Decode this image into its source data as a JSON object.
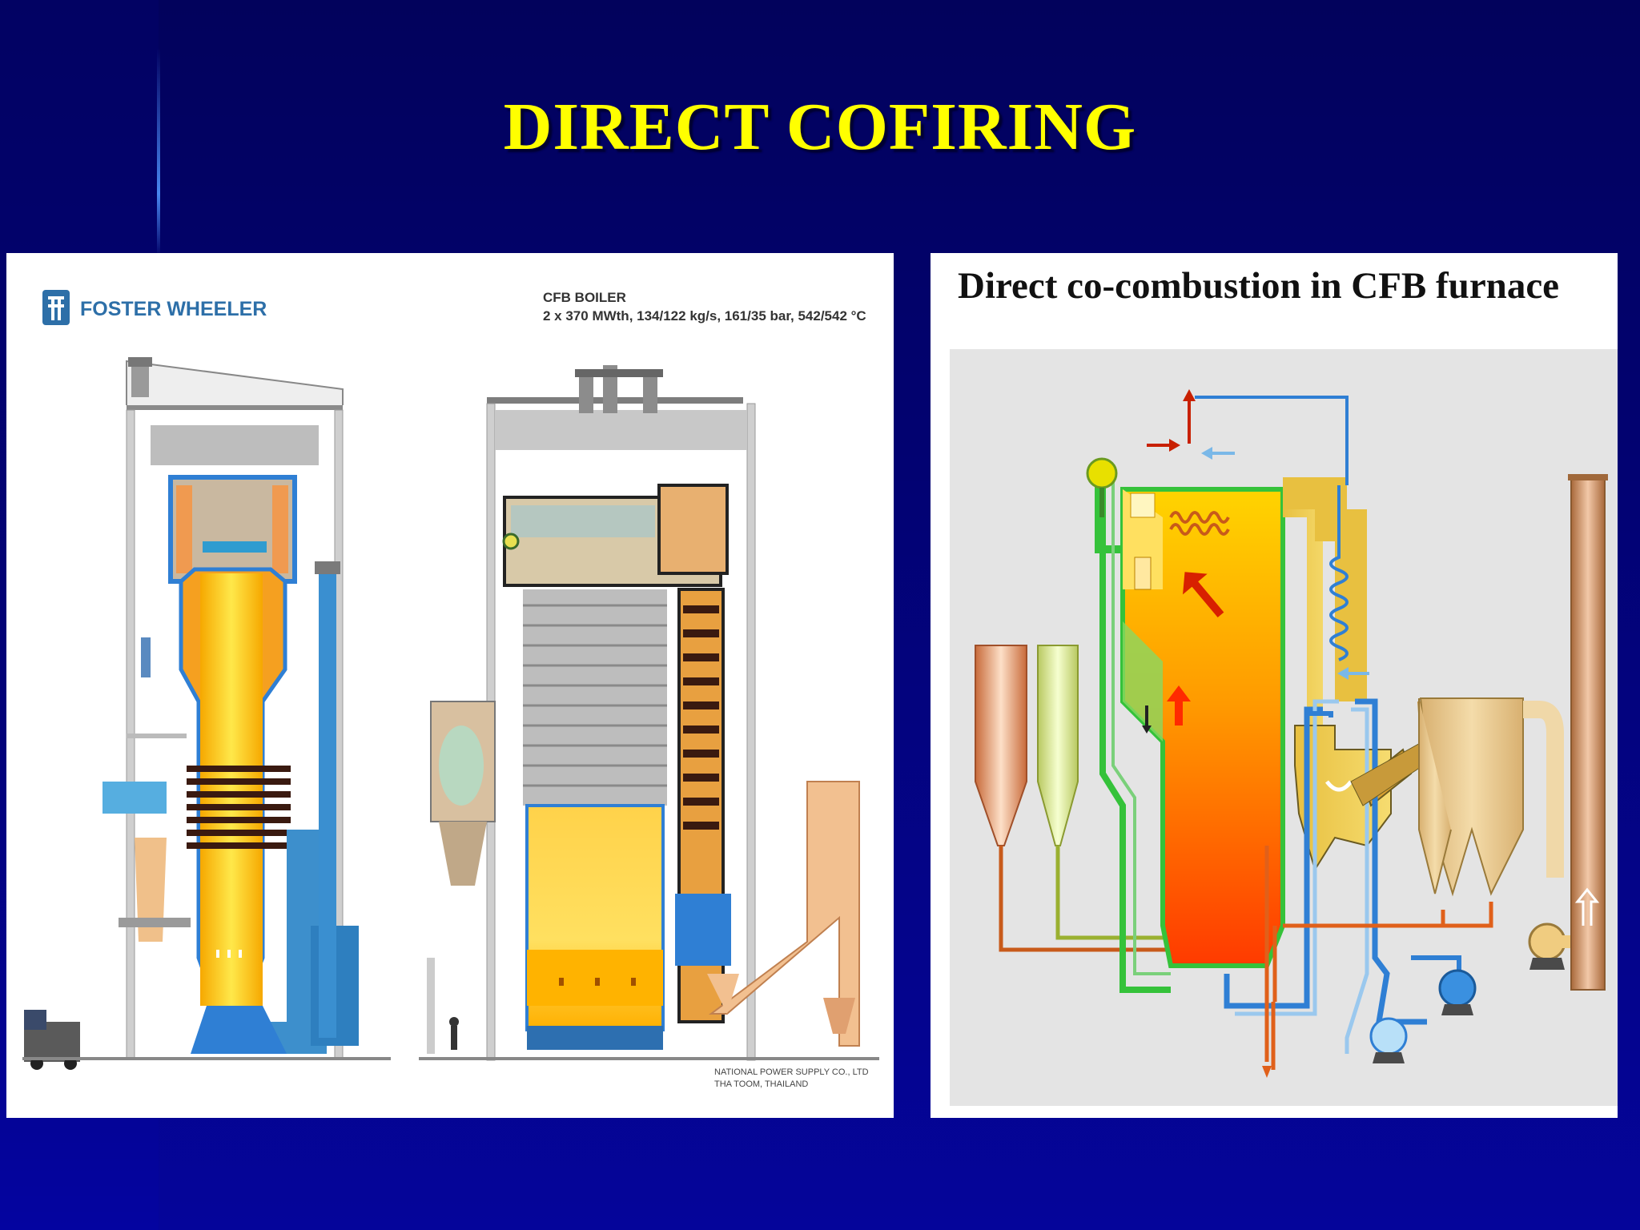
{
  "slide": {
    "title": "DIRECT COFIRING",
    "colors": {
      "background": "#02026b",
      "title": "#ffff00"
    }
  },
  "left_figure": {
    "logo_text": "FOSTER WHEELER",
    "spec_line1": "CFB BOILER",
    "spec_line2": "2 x 370 MWth, 134/122 kg/s, 161/35 bar, 542/542 °C",
    "credit_line1": "NATIONAL POWER SUPPLY CO., LTD",
    "credit_line2": "THA TOOM, THAILAND"
  },
  "right_figure": {
    "title": "Direct co-combustion in CFB furnace",
    "colors": {
      "furnace_hot": "#ff3a00",
      "furnace_warm": "#ffd000",
      "green_pipe": "#35c23a",
      "blue_pipe": "#2f7fd4"
    }
  }
}
